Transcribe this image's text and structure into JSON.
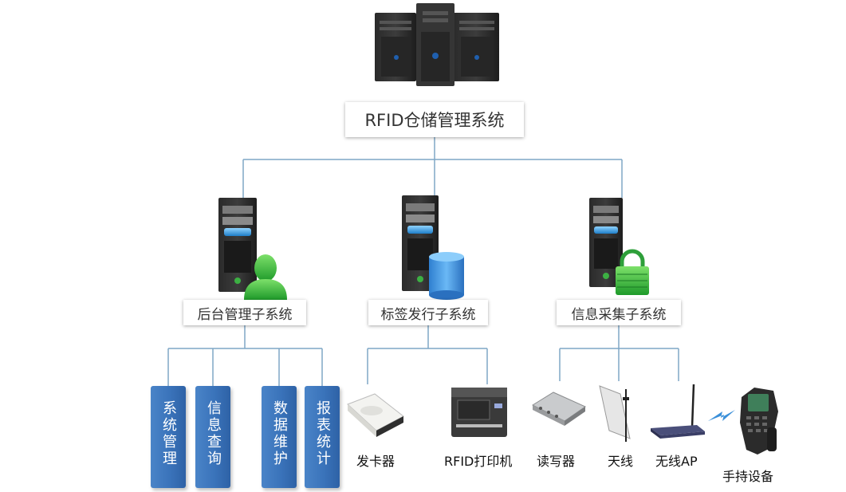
{
  "root": {
    "label": "RFID仓储管理系统",
    "icon": "server-cluster-icon"
  },
  "subsystems": [
    {
      "label": "后台管理子系统",
      "icon": "server-user-icon"
    },
    {
      "label": "标签发行子系统",
      "icon": "server-database-icon"
    },
    {
      "label": "信息采集子系统",
      "icon": "server-lock-icon"
    }
  ],
  "modules": [
    {
      "label": "系统管理"
    },
    {
      "label": "信息查询"
    },
    {
      "label": "数据维护"
    },
    {
      "label": "报表统计"
    }
  ],
  "devices": [
    {
      "label": "发卡器",
      "icon": "card-issuer-icon"
    },
    {
      "label": "RFID打印机",
      "icon": "rfid-printer-icon"
    },
    {
      "label": "读写器",
      "icon": "reader-writer-icon"
    },
    {
      "label": "天线",
      "icon": "antenna-icon"
    },
    {
      "label": "无线AP",
      "icon": "wireless-ap-icon"
    },
    {
      "label": "手持设备",
      "icon": "handheld-device-icon"
    }
  ],
  "colors": {
    "connector": "#7fa7c6",
    "module_box": "#3a73ba",
    "accent_green": "#3cb043",
    "accent_blue": "#3a8fd9"
  }
}
